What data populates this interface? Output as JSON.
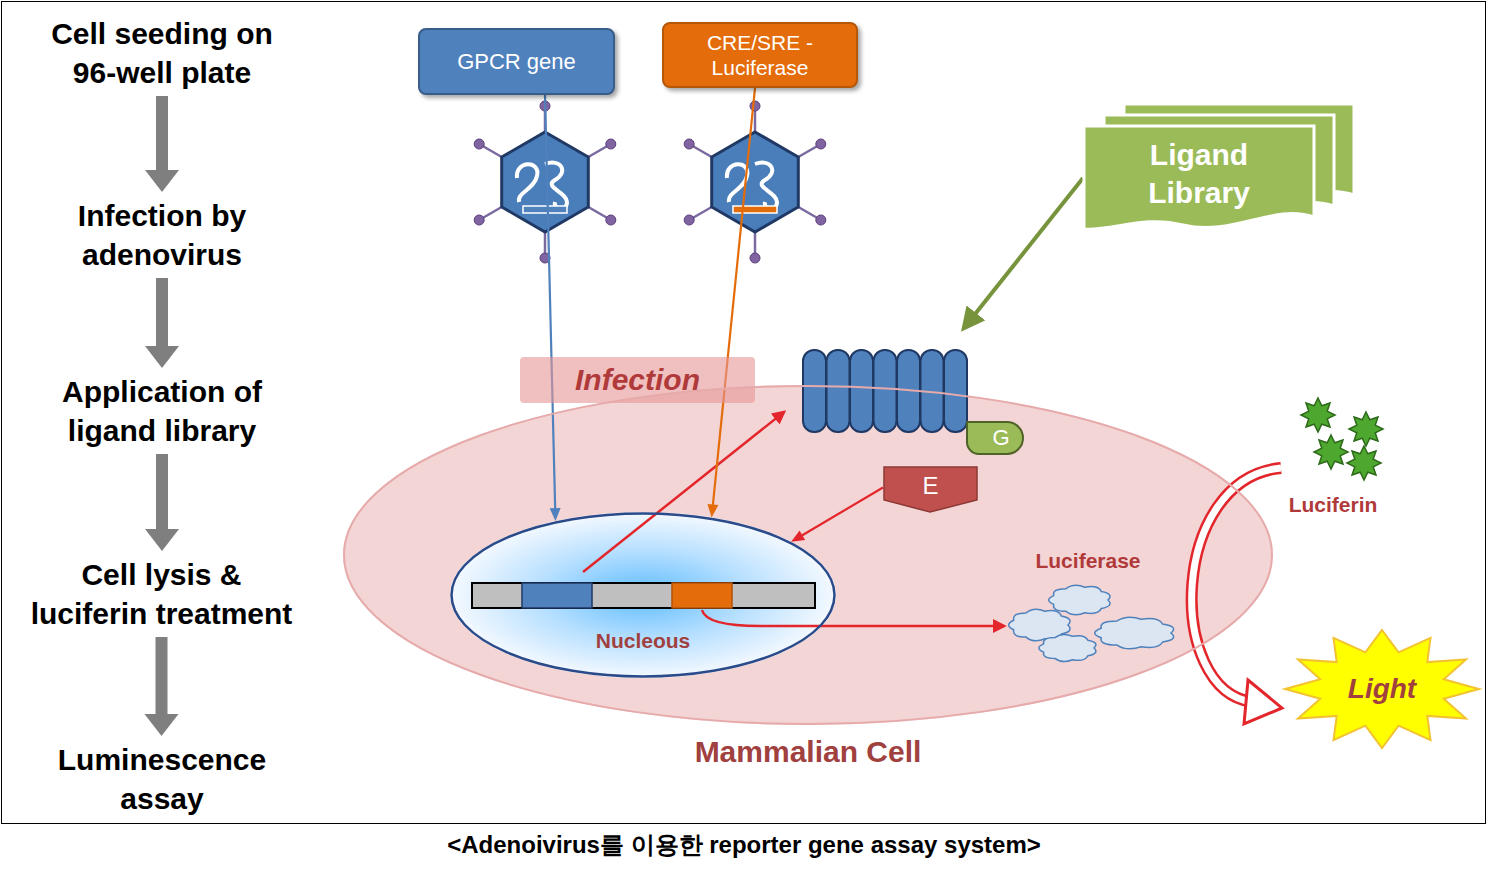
{
  "diagram": {
    "caption": "<Adenoivirus를 이용한 reporter gene assay system>",
    "nodes": [
      {
        "text": [
          "Cell seeding on 96-well plate"
        ]
      },
      {
        "text": [
          "Infection by adenovirus"
        ]
      },
      {
        "text": [
          "Application of ligand library"
        ]
      },
      {
        "text": [
          "Cell lysis & luciferin treatment"
        ]
      },
      {
        "text": [
          "Luminescence assay"
        ]
      },
      {
        "text": [
          "GPCR gene"
        ]
      },
      {
        "text": [
          "CRE/SRE - Luciferase"
        ]
      },
      {
        "text": [
          "Ligand Library"
        ]
      },
      {
        "text": [
          "Infection"
        ]
      },
      {
        "text": [
          "Mammalian Cell"
        ]
      },
      {
        "text": [
          "Nucleous"
        ],
        "in": 9
      },
      {
        "text": [
          "G"
        ],
        "in": 9
      },
      {
        "text": [
          "E"
        ],
        "in": 9
      },
      {
        "text": [
          "Light"
        ]
      }
    ],
    "edges": [
      {
        "from": 0,
        "to": 1,
        "arrow": "to"
      },
      {
        "from": 1,
        "to": 2,
        "arrow": "to"
      },
      {
        "from": 2,
        "to": 3,
        "arrow": "to"
      },
      {
        "from": 3,
        "to": 4,
        "arrow": "to"
      },
      {
        "from": 5,
        "to": 10,
        "arrow": "to"
      },
      {
        "from": 6,
        "to": 10,
        "arrow": "to"
      },
      {
        "from": 12,
        "to": 10,
        "arrow": "to"
      }
    ],
    "labels": [
      "Luciferase",
      "Luciferin"
    ]
  }
}
